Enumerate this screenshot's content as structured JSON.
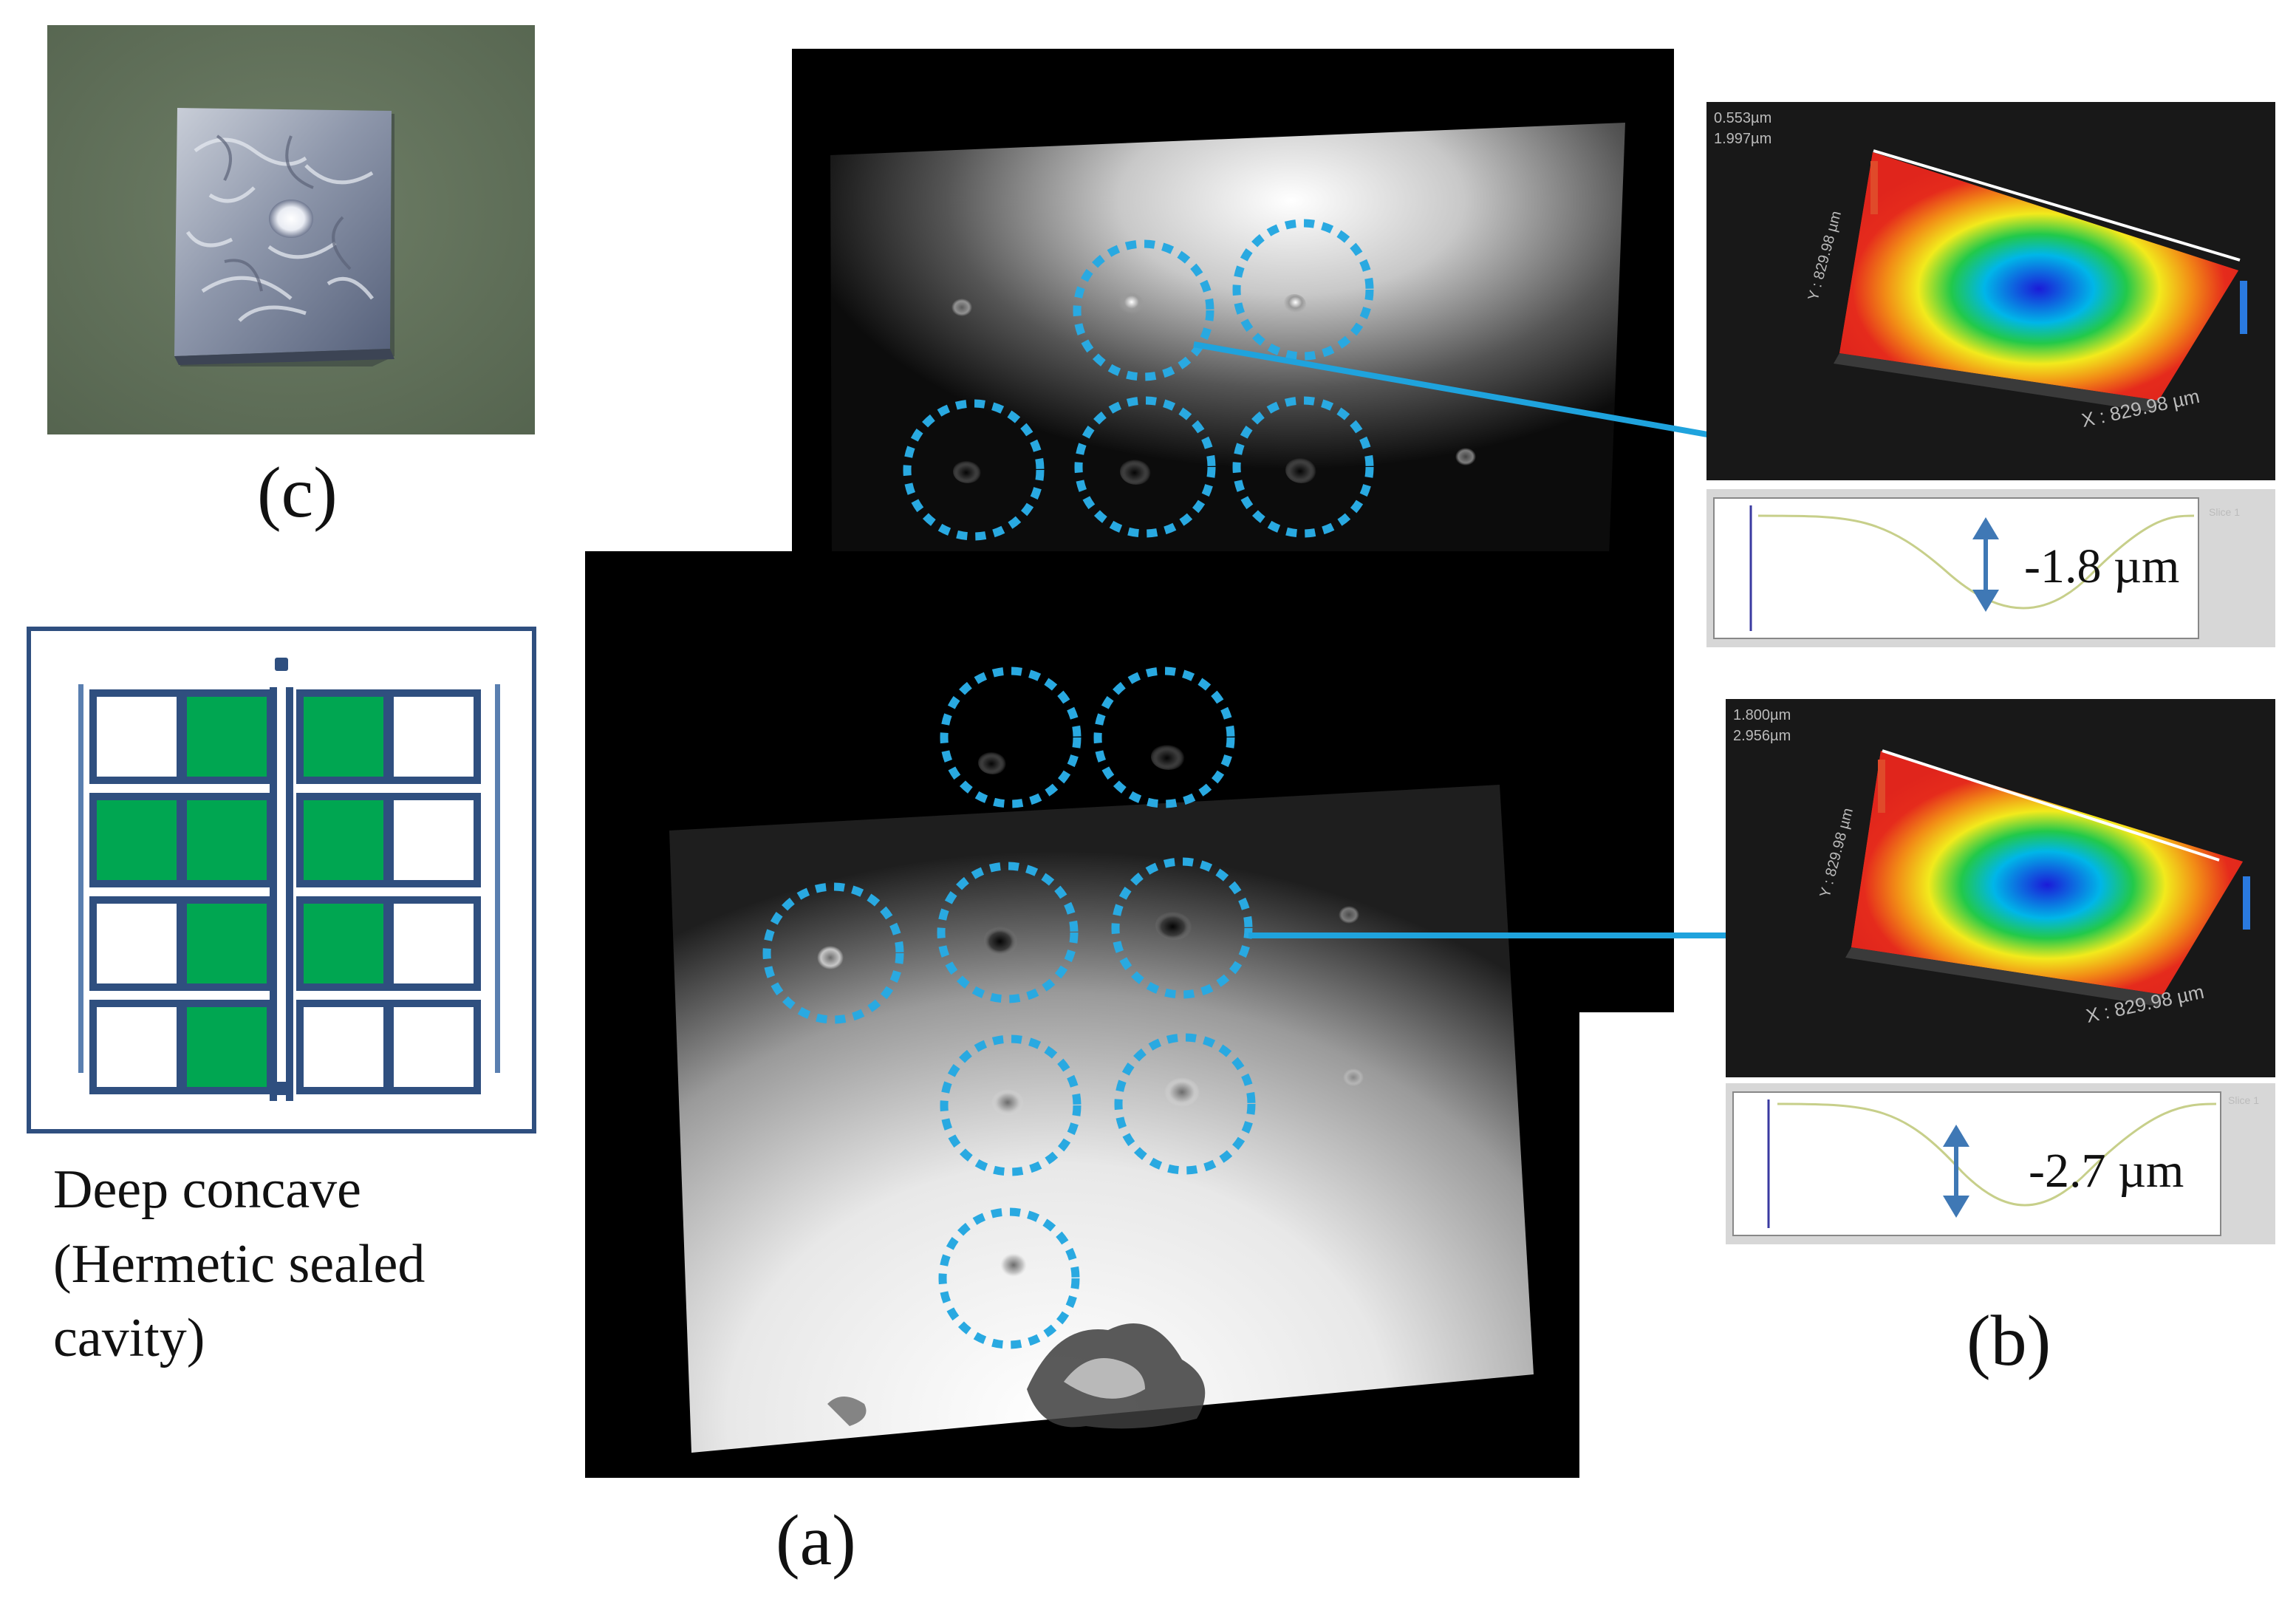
{
  "labels": {
    "a": "(a)",
    "b": "(b)",
    "c": "(c)"
  },
  "caption": {
    "line1": "Deep concave",
    "line2": "(Hermetic sealed",
    "line3": "cavity)"
  },
  "profile_top": {
    "depth": "-1.8 µm",
    "readout1": "0.553µm",
    "readout2": "1.997µm",
    "x_axis_label": "X : 829.98 µm",
    "y_axis_label": "Y : 829.98 µm",
    "legend": "Slice 1"
  },
  "profile_bottom": {
    "depth": "-2.7 µm",
    "readout1": "1.800µm",
    "readout2": "2.956µm",
    "x_axis_label": "X : 829.98 µm",
    "y_axis_label": "Y : 829.98 µm",
    "legend": "Slice 1"
  },
  "colors": {
    "circle": "#29a9e1",
    "arrow": "#1fa3dd",
    "grid_frame": "#2f4f7f",
    "grid_fill": "#00a651",
    "depth_arrow": "#3f78b5"
  }
}
